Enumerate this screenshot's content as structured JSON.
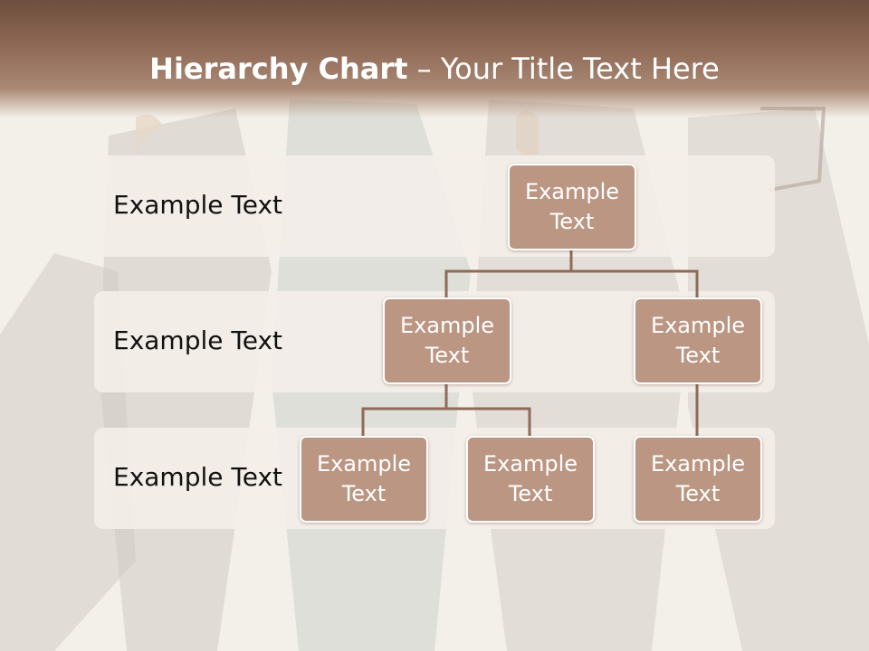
{
  "title": {
    "bold": "Hierarchy Chart",
    "rest": " – Your Title Text Here"
  },
  "levels": [
    "Example Text",
    "Example Text",
    "Example Text"
  ],
  "nodes": {
    "root": "Example Text",
    "child_left": "Example Text",
    "child_right": "Example Text",
    "grandchild_1": "Example Text",
    "grandchild_2": "Example Text",
    "grandchild_3": "Example Text"
  },
  "colors": {
    "title_bar": "#8f6a56",
    "node_fill": "#bb9683",
    "connector": "#8f6a56",
    "band": "#f4eee9"
  }
}
